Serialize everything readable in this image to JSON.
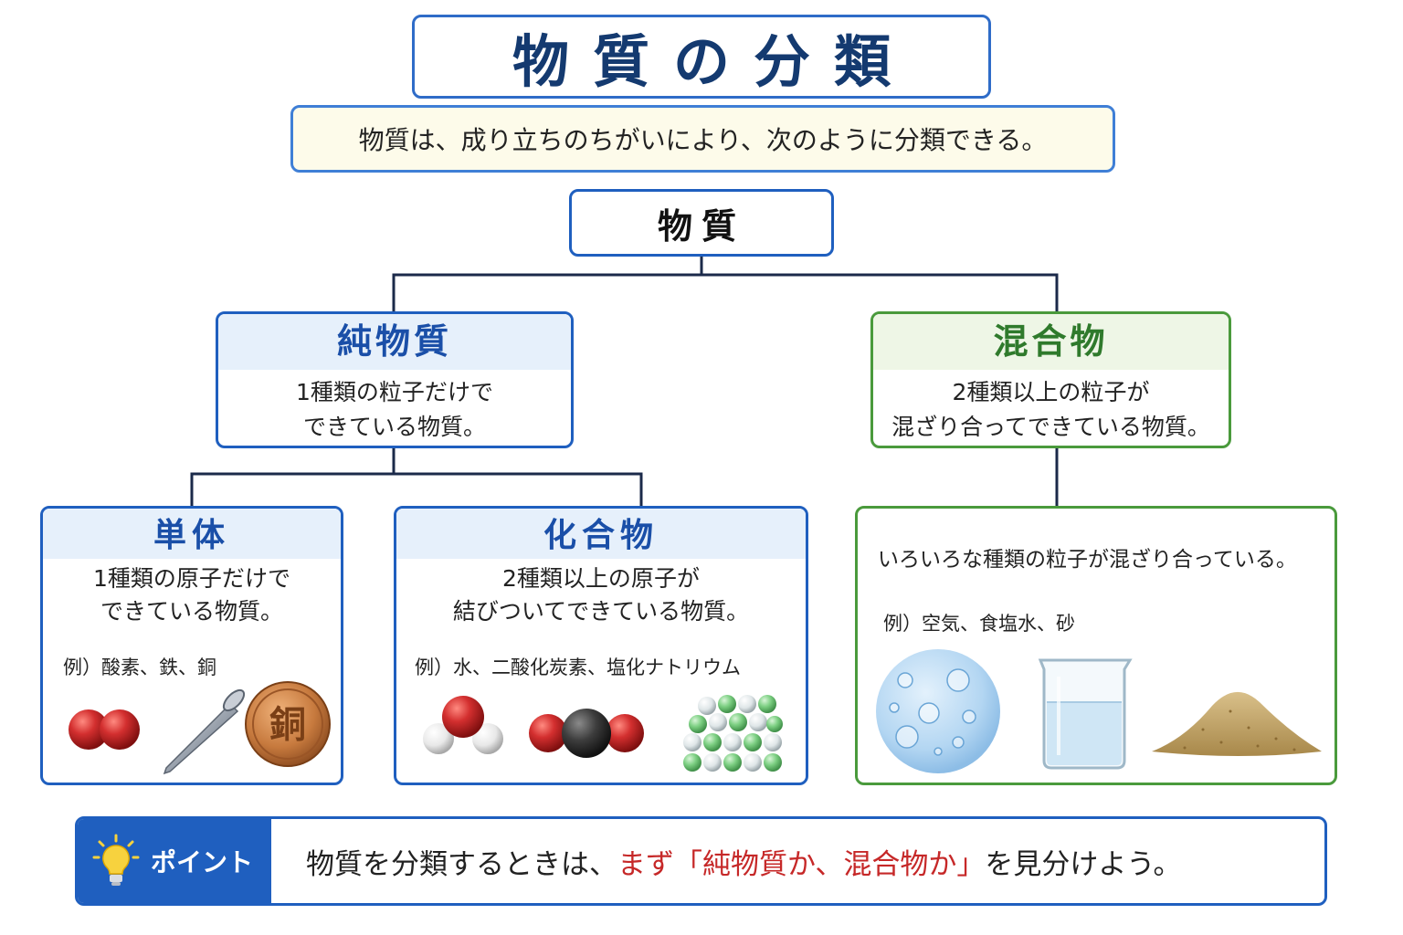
{
  "title": "物質の分類",
  "subtitle": "物質は、成り立ちのちがいにより、次のように分類できる。",
  "root": "物質",
  "pure": {
    "label": "純物質",
    "desc_line1": "1種類の粒子だけで",
    "desc_line2": "できている物質。"
  },
  "mixture": {
    "label": "混合物",
    "desc_line1": "2種類以上の粒子が",
    "desc_line2": "混ざり合ってできている物質。"
  },
  "element": {
    "label": "単体",
    "desc_line1": "1種類の原子だけで",
    "desc_line2": "できている物質。",
    "example": "例）酸素、鉄、銅",
    "coin_text": "銅"
  },
  "compound": {
    "label": "化合物",
    "desc_line1": "2種類以上の原子が",
    "desc_line2": "結びついてできている物質。",
    "example": "例）水、二酸化炭素、塩化ナトリウム"
  },
  "mixture_detail": {
    "desc": "いろいろな種類の粒子が混ざり合っている。",
    "example": "例）空気、食塩水、砂"
  },
  "point": {
    "label": "ポイント",
    "text_before": "物質を分類するときは、",
    "text_highlight": "まず「純物質か、混合物か」",
    "text_after": "を見分けよう。"
  },
  "colors": {
    "blue": "#1f5fbf",
    "green": "#4a9a3c",
    "highlight": "#c62828",
    "line": "#1b2a4a"
  }
}
